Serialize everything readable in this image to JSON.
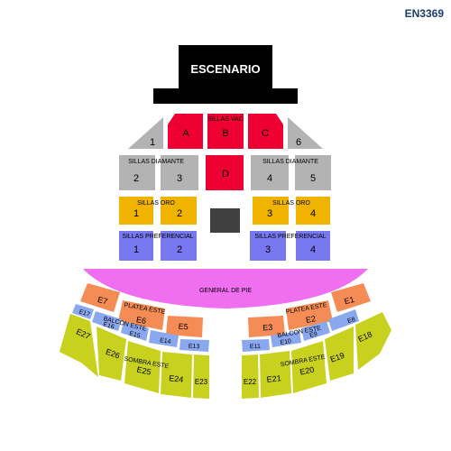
{
  "map_id": "EN3369",
  "stage": {
    "label": "ESCENARIO"
  },
  "colors": {
    "stage": "#000000",
    "red": "#ee0033",
    "gray": "#b3b3b3",
    "gold": "#f0b400",
    "blue": "#7878f0",
    "pink": "#f06ef0",
    "orange": "#f58c55",
    "lightblue": "#8aa8f0",
    "lime": "#c8d21e",
    "dark": "#404040"
  },
  "zones": {
    "vac": "SILLAS VAC",
    "diamante": "SILLAS DIAMANTE",
    "oro": "SILLAS ORO",
    "preferencial": "SILLAS PREFERENCIAL",
    "general": "GENERAL DE PIE",
    "platea": "PLATEA ESTE",
    "balcon": "BALCON ESTE",
    "sombra": "SOMBRA ESTE"
  },
  "sections": {
    "vac": [
      "1",
      "A",
      "B",
      "C",
      "6"
    ],
    "diamante": [
      "2",
      "3",
      "D",
      "4",
      "5"
    ],
    "oro": [
      "1",
      "2",
      "3",
      "4"
    ],
    "preferencial": [
      "1",
      "2",
      "3",
      "4"
    ],
    "platea_left": [
      "E7",
      "E6",
      "E5"
    ],
    "platea_right": [
      "E3",
      "E2",
      "E1"
    ],
    "balcon_left": [
      "E17",
      "E16",
      "E15",
      "E14",
      "E13"
    ],
    "balcon_right": [
      "E11",
      "E10",
      "E9",
      "E8"
    ],
    "sombra_left": [
      "E27",
      "E26",
      "E25",
      "E24",
      "E23"
    ],
    "sombra_right": [
      "E22",
      "E21",
      "E20",
      "E19",
      "E18"
    ]
  }
}
